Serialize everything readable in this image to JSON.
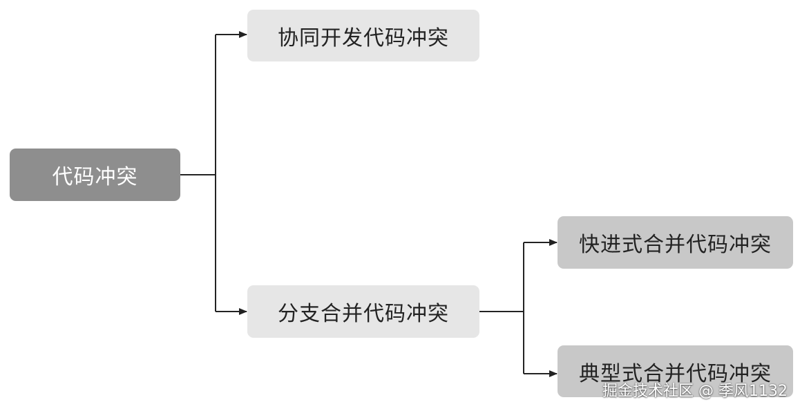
{
  "nodes": {
    "root": "代码冲突",
    "collab": "协同开发代码冲突",
    "branch": "分支合并代码冲突",
    "fast_forward": "快进式合并代码冲突",
    "typical": "典型式合并代码冲突"
  },
  "watermark": "掘金技术社区 @ 季风1132",
  "colors": {
    "root_fill": "#8e8e8e",
    "level1_fill": "#e6e6e6",
    "level2_fill": "#c8c8c8",
    "connector": "#222222"
  }
}
